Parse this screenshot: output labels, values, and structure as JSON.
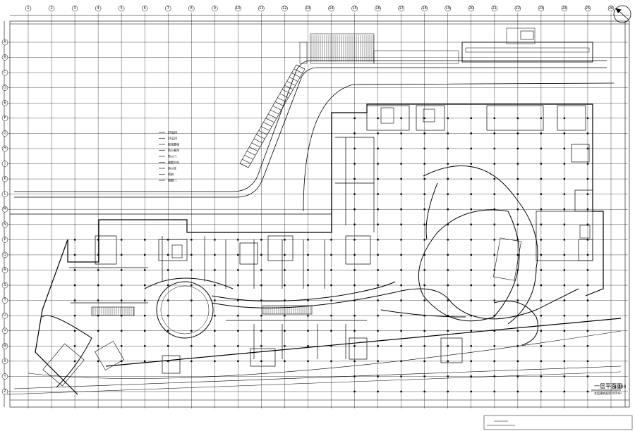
{
  "drawing": {
    "title": "一层平面图",
    "scale": "1:200",
    "subtitle": "本层建筑面积:XXXm²"
  },
  "grid": {
    "top_labels": [
      "1",
      "2",
      "3",
      "4",
      "5",
      "6",
      "7",
      "8",
      "9",
      "10",
      "11",
      "12",
      "13",
      "14",
      "15",
      "16",
      "17",
      "18",
      "19",
      "20",
      "21",
      "22",
      "23",
      "24",
      "25",
      "26"
    ],
    "left_labels": [
      "A",
      "B",
      "C",
      "D",
      "E",
      "F",
      "G",
      "H",
      "J",
      "K",
      "L",
      "M",
      "N",
      "P",
      "Q",
      "R",
      "S",
      "T",
      "U",
      "V",
      "W",
      "X",
      "Y",
      "Z"
    ]
  },
  "legend": {
    "items": [
      "2F层顶",
      "2F层顶",
      "玻璃幕墙",
      "防火卷帘",
      "防火门",
      "疏散方向",
      "消火栓",
      "喷淋",
      "疏散门"
    ]
  },
  "colors": {
    "line": "#000000",
    "background": "#ffffff"
  }
}
